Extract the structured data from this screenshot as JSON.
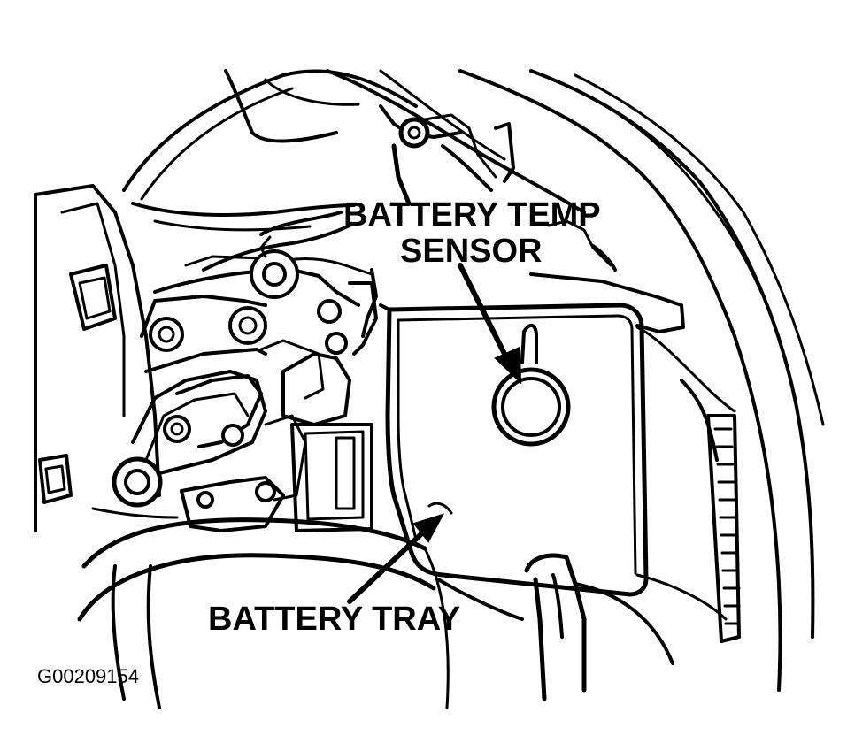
{
  "labels": {
    "battery_temp_sensor_line1": "BATTERY TEMP",
    "battery_temp_sensor_line2": "SENSOR",
    "battery_tray": "BATTERY TRAY"
  },
  "figure_id": "G00209154"
}
